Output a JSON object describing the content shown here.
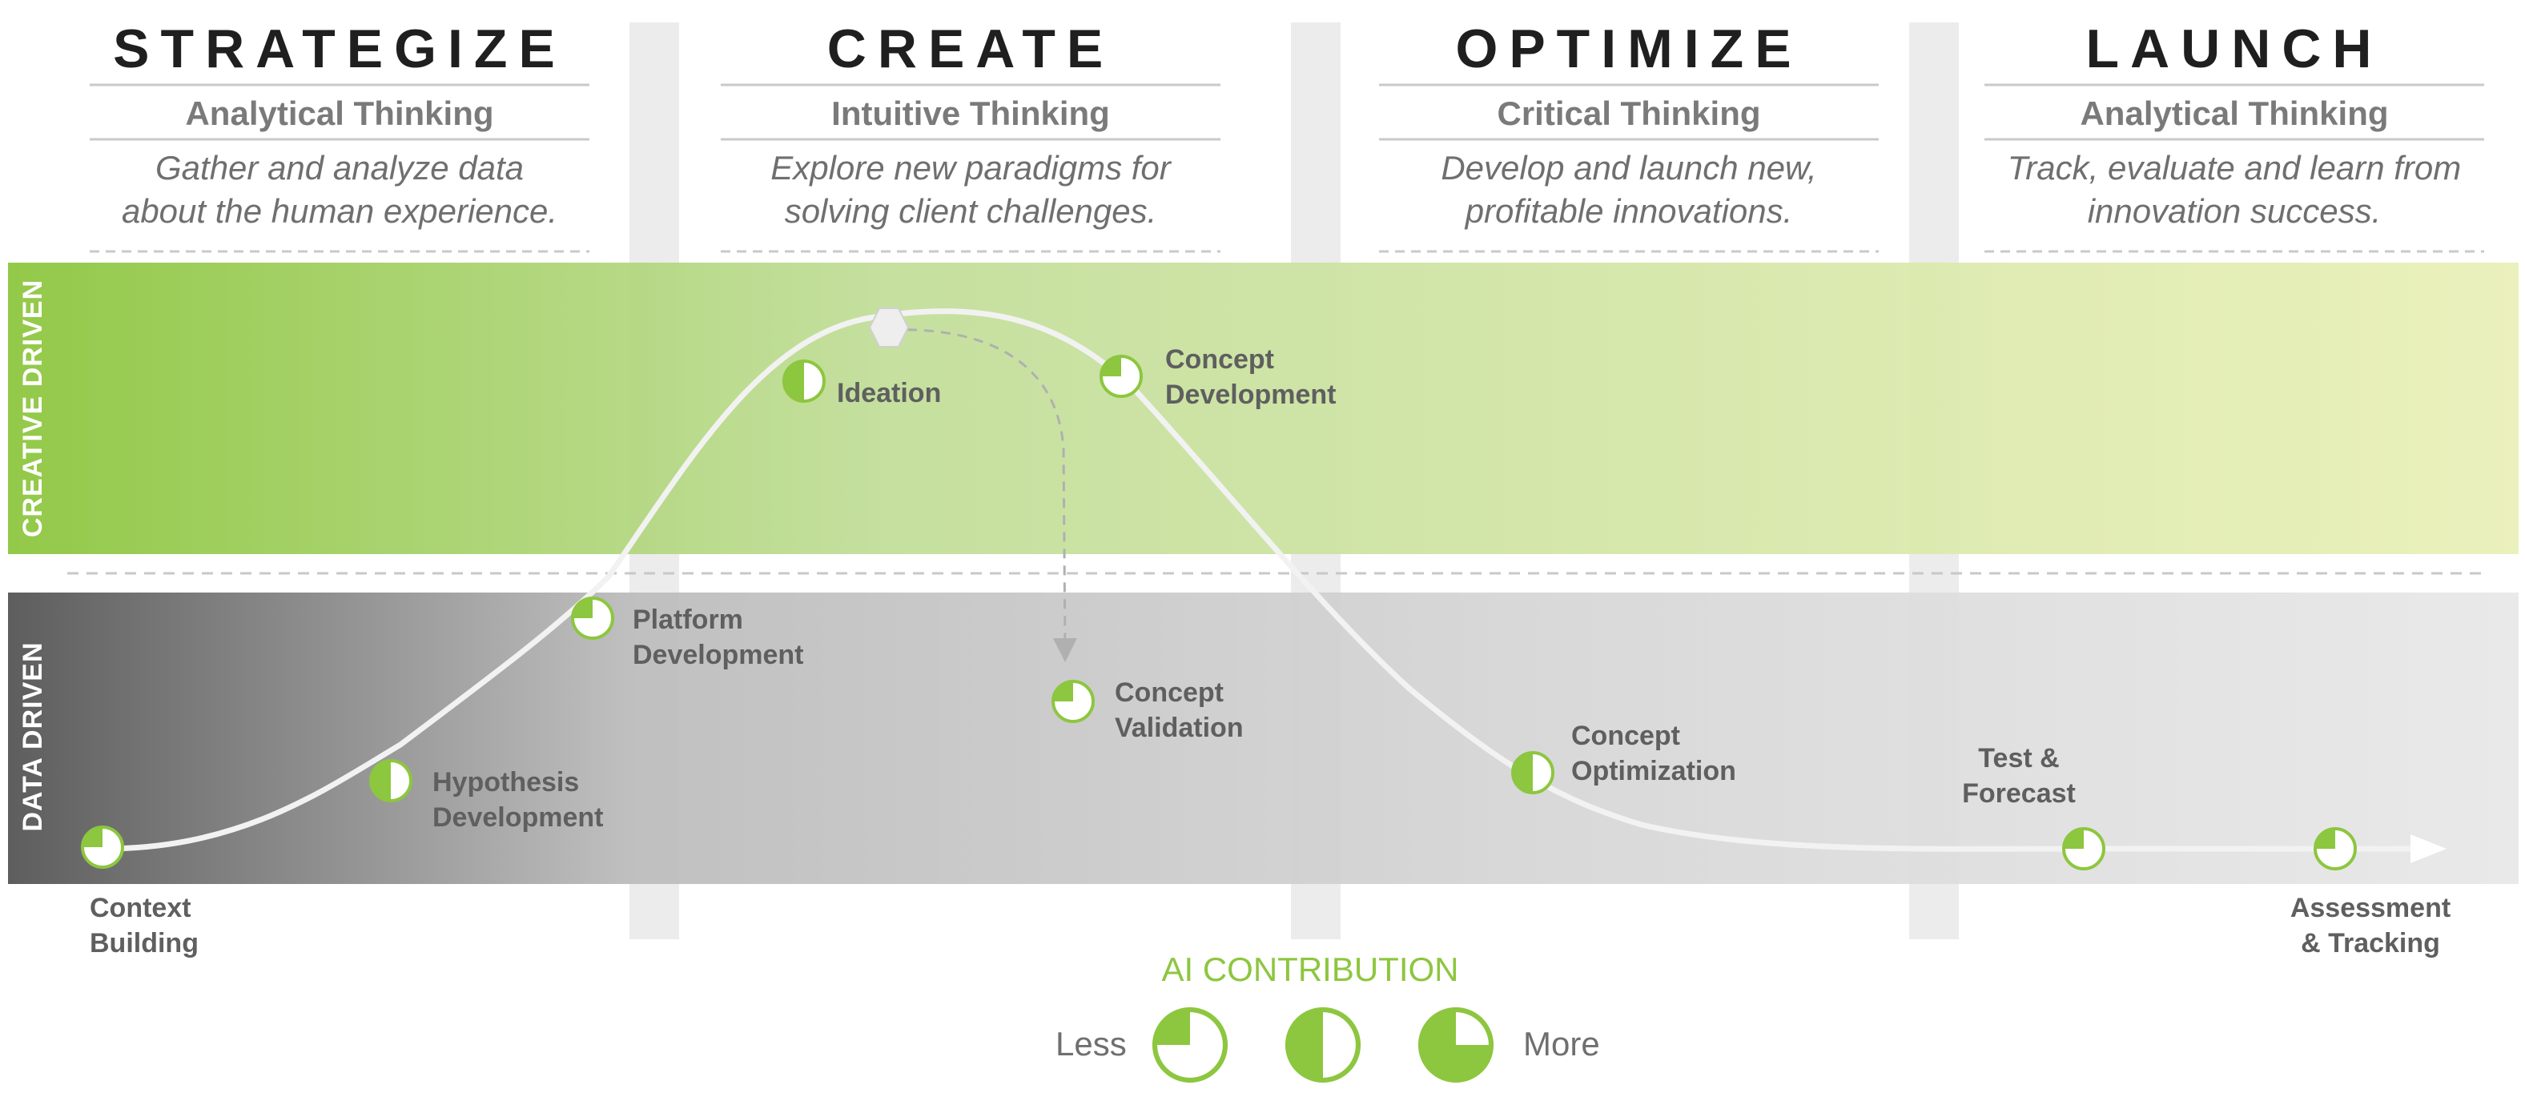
{
  "phases": [
    {
      "title": "STRATEGIZE",
      "subtitle": "Analytical Thinking",
      "desc_lines": [
        "Gather and analyze data",
        "about the human experience."
      ]
    },
    {
      "title": "CREATE",
      "subtitle": "Intuitive Thinking",
      "desc_lines": [
        "Explore new paradigms for",
        "solving client challenges."
      ]
    },
    {
      "title": "OPTIMIZE",
      "subtitle": "Critical Thinking",
      "desc_lines": [
        "Develop and launch new,",
        "profitable innovations."
      ]
    },
    {
      "title": "LAUNCH",
      "subtitle": "Analytical Thinking",
      "desc_lines": [
        "Track, evaluate and learn from",
        "innovation success."
      ]
    }
  ],
  "bands": {
    "creative": "CREATIVE DRIVEN",
    "data": "DATA DRIVEN"
  },
  "stages": [
    {
      "label_lines": [
        "Context",
        "Building"
      ],
      "ai_level": 0.25
    },
    {
      "label_lines": [
        "Hypothesis",
        "Development"
      ],
      "ai_level": 0.5
    },
    {
      "label_lines": [
        "Platform",
        "Development"
      ],
      "ai_level": 0.25
    },
    {
      "label_lines": [
        "Ideation"
      ],
      "ai_level": 0.5
    },
    {
      "label_lines": [
        "Concept",
        "Development"
      ],
      "ai_level": 0.25
    },
    {
      "label_lines": [
        "Concept",
        "Validation"
      ],
      "ai_level": 0.25
    },
    {
      "label_lines": [
        "Concept",
        "Optimization"
      ],
      "ai_level": 0.5
    },
    {
      "label_lines": [
        "Test &",
        "Forecast"
      ],
      "ai_level": 0.25
    },
    {
      "label_lines": [
        "Assessment",
        "& Tracking"
      ],
      "ai_level": 0.25
    }
  ],
  "legend": {
    "title": "AI CONTRIBUTION",
    "less": "Less",
    "more": "More",
    "levels": [
      0.25,
      0.5,
      0.75
    ]
  },
  "colors": {
    "accent_green": "#8dc63f",
    "creative_band_start": "#8dc63f",
    "creative_band_end": "#eaf0b8",
    "data_band_start": "#555555",
    "data_band_end": "#e6e6e6",
    "curve": "#f2f2f2",
    "text_dark": "#1f1f1f",
    "text_gray": "#6f6f6f"
  }
}
